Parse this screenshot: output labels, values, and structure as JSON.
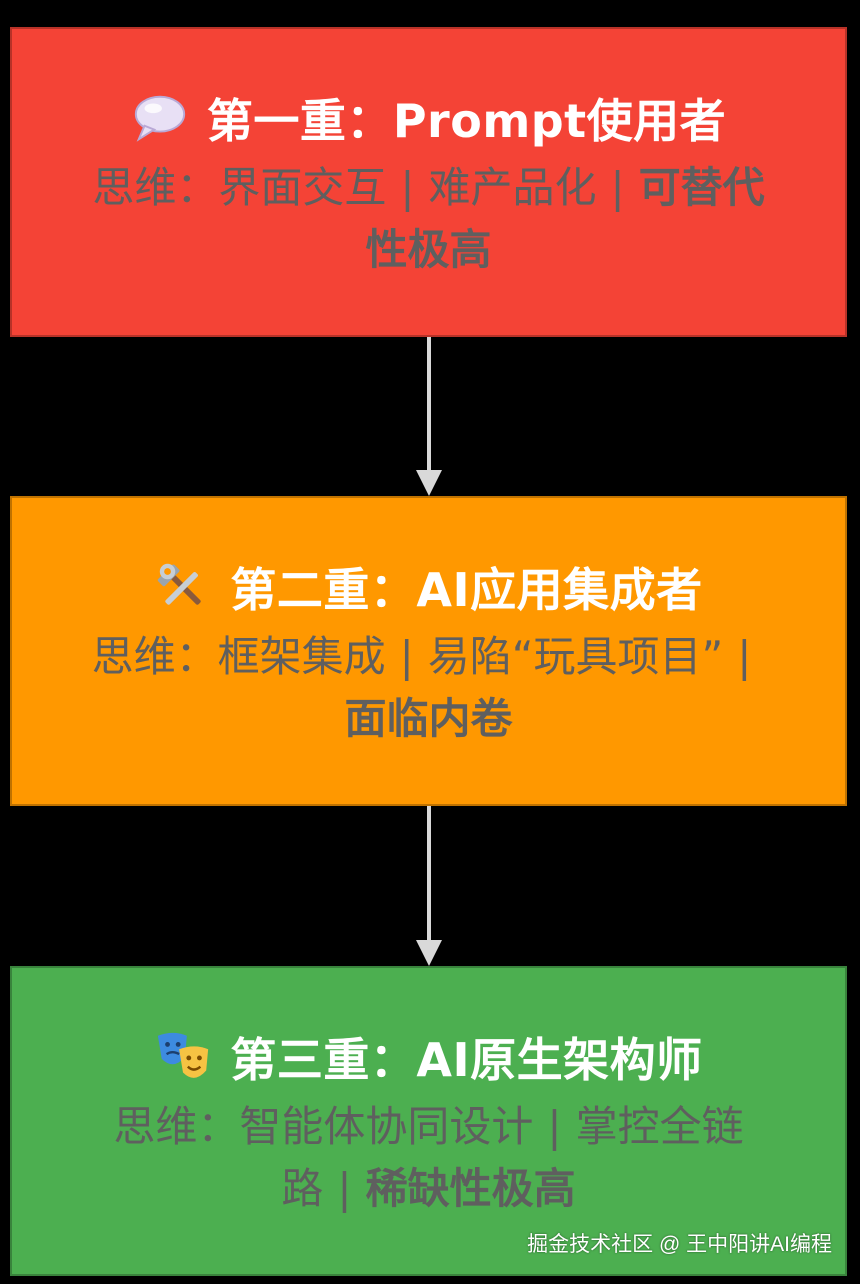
{
  "colors": {
    "background": "#000000",
    "level1": "#f44336",
    "level2": "#ff9800",
    "level3": "#4caf50",
    "title_text": "#ffffff",
    "desc_text": "#5f5f5f",
    "arrow": "#d9d9d9"
  },
  "levels": [
    {
      "icon": "speech-bubble-icon",
      "title": "第一重：Prompt使用者",
      "desc_parts": [
        "思维：界面交互",
        "难产品化"
      ],
      "desc_bold": "可替代性极高"
    },
    {
      "icon": "hammer-wrench-icon",
      "title": "第二重：AI应用集成者",
      "desc_parts": [
        "思维：框架集成",
        "易陷“玩具项目”"
      ],
      "desc_bold": "面临内卷"
    },
    {
      "icon": "theater-masks-icon",
      "title": "第三重：AI原生架构师",
      "desc_parts": [
        "思维：智能体协同设计",
        "掌控全链路"
      ],
      "desc_bold": "稀缺性极高"
    }
  ],
  "separator": "|",
  "watermark": "掘金技术社区 @ 王中阳讲AI编程"
}
